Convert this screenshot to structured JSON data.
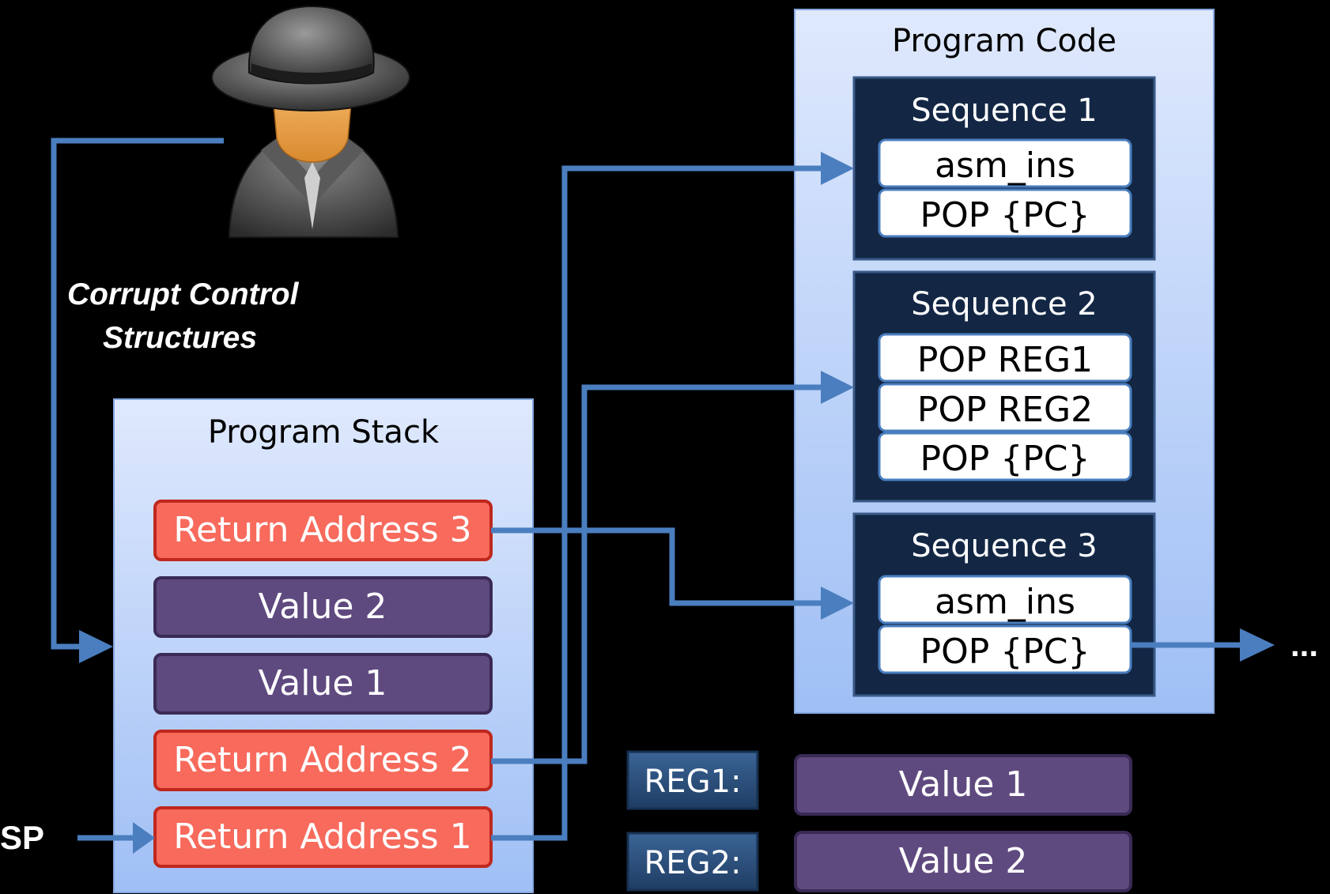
{
  "attacker": {
    "icon": "spy-icon",
    "label_line1": "Corrupt Control",
    "label_line2": "Structures"
  },
  "stack": {
    "title": "Program Stack",
    "entries": [
      {
        "label": "Return Address 3",
        "kind": "return"
      },
      {
        "label": "Value 2",
        "kind": "value"
      },
      {
        "label": "Value 1",
        "kind": "value"
      },
      {
        "label": "Return Address 2",
        "kind": "return"
      },
      {
        "label": "Return Address 1",
        "kind": "return"
      }
    ],
    "sp_label": "SP"
  },
  "code": {
    "title": "Program Code",
    "sequences": [
      {
        "title": "Sequence 1",
        "instructions": [
          "asm_ins",
          "POP {PC}"
        ]
      },
      {
        "title": "Sequence 2",
        "instructions": [
          "POP REG1",
          "POP REG2",
          "POP {PC}"
        ]
      },
      {
        "title": "Sequence 3",
        "instructions": [
          "asm_ins",
          "POP {PC}"
        ]
      }
    ],
    "continuation": "..."
  },
  "registers": [
    {
      "name": "REG1:",
      "value": "Value 1"
    },
    {
      "name": "REG2:",
      "value": "Value 2"
    }
  ],
  "colors": {
    "background": "#000000",
    "arrow": "#4a7ebf",
    "return_fill": "#f76a5c",
    "return_border": "#c0281e",
    "value_fill": "#5f4a7f",
    "sequence_fill": "#132745",
    "register_fill": "#2d4f78"
  }
}
